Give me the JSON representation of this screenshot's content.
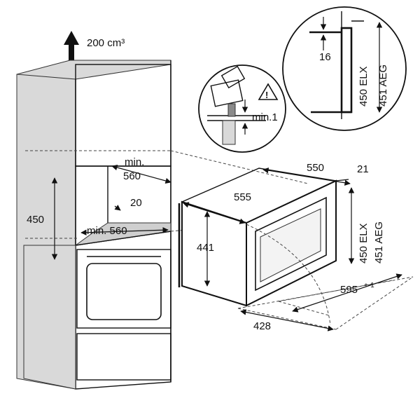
{
  "labels": {
    "ventilation": "200 cm³",
    "cab_depth_min": "min.",
    "cab_depth_val": "560",
    "niche_height": "450",
    "gap_20": "20",
    "cab_width_min": "min. 560",
    "unit_depth": "550",
    "front_thick": "21",
    "unit_side_depth": "555",
    "unit_height": "441",
    "unit_h_elx": "450 ELX",
    "unit_h_aeg": "451 AEG",
    "unit_width": "595",
    "unit_width_tol": "+-1",
    "body_width": "428",
    "detail_gap": "16",
    "detail_h_elx": "450 ELX",
    "detail_h_aeg": "451 AEG",
    "detail_min": "min.1",
    "warning_symbol": "!"
  },
  "colors": {
    "line": "#111111",
    "panel_dark": "#8a8a8a",
    "panel_light": "#d9d9d9",
    "background": "#ffffff"
  }
}
